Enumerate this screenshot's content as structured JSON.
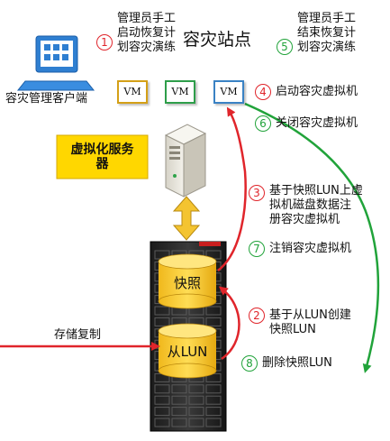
{
  "client": {
    "label": "容灾管理客户端",
    "icon": "computer-icon"
  },
  "site_title": "容灾站点",
  "steps": [
    {
      "num": "1",
      "color": "#e0252b",
      "lines": [
        "管理员手工",
        "启动恢复计",
        "划容灾演练"
      ]
    },
    {
      "num": "2",
      "color": "#e0252b",
      "lines": [
        "基于从LUN创建",
        "快照LUN"
      ]
    },
    {
      "num": "3",
      "color": "#e0252b",
      "lines": [
        "基于快照LUN上虚",
        "拟机磁盘数据注",
        "册容灾虚拟机"
      ]
    },
    {
      "num": "4",
      "color": "#e0252b",
      "lines": [
        "启动容灾虚拟机"
      ]
    },
    {
      "num": "5",
      "color": "#21a33a",
      "lines": [
        "管理员手工",
        "结束恢复计",
        "划容灾演练"
      ]
    },
    {
      "num": "6",
      "color": "#21a33a",
      "lines": [
        "关闭容灾虚拟机"
      ]
    },
    {
      "num": "7",
      "color": "#21a33a",
      "lines": [
        "注销容灾虚拟机"
      ]
    },
    {
      "num": "8",
      "color": "#21a33a",
      "lines": [
        "删除快照LUN"
      ]
    }
  ],
  "vms": [
    {
      "label": "VM",
      "border": "#d4a017"
    },
    {
      "label": "VM",
      "border": "#2e9e4a"
    },
    {
      "label": "VM",
      "border": "#3a82c4"
    }
  ],
  "virtual_server": {
    "lines": [
      "虚拟化服务",
      "器"
    ]
  },
  "snapshot_label": "快照",
  "slave_lun_label": "从LUN",
  "storage_replication_label": "存储复制",
  "colors": {
    "red": "#e0252b",
    "green": "#21a33a",
    "gold": "#f4c430",
    "server_box": "#ffd700"
  }
}
